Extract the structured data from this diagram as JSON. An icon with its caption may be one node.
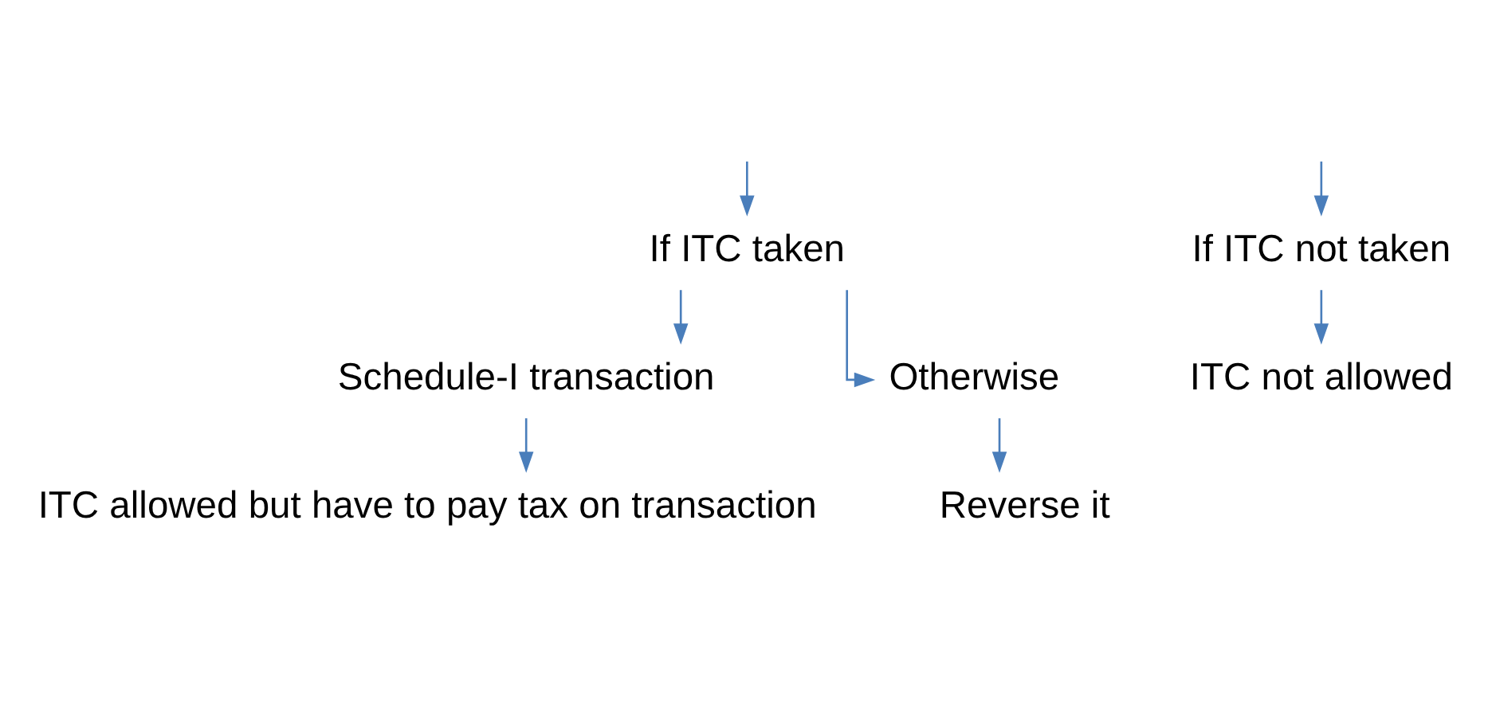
{
  "diagram": {
    "nodes": [
      {
        "text": [
          "If ITC taken"
        ]
      },
      {
        "text": [
          "If ITC not taken"
        ]
      },
      {
        "text": [
          "Schedule-I transaction"
        ]
      },
      {
        "text": [
          "Otherwise"
        ]
      },
      {
        "text": [
          "ITC not allowed"
        ]
      },
      {
        "text": [
          "Reverse it"
        ]
      },
      {
        "text": [
          "ITC allowed but have to pay tax on transaction"
        ]
      }
    ],
    "edges": [
      {
        "from": null,
        "to": 0,
        "arrow": "to"
      },
      {
        "from": null,
        "to": 1,
        "arrow": "to"
      },
      {
        "from": 0,
        "to": 2,
        "arrow": "to"
      },
      {
        "from": 0,
        "to": 3,
        "arrow": "to"
      },
      {
        "from": 1,
        "to": 4,
        "arrow": "to"
      },
      {
        "from": 3,
        "to": 5,
        "arrow": "to"
      },
      {
        "from": 2,
        "to": 6,
        "arrow": "to"
      }
    ]
  }
}
